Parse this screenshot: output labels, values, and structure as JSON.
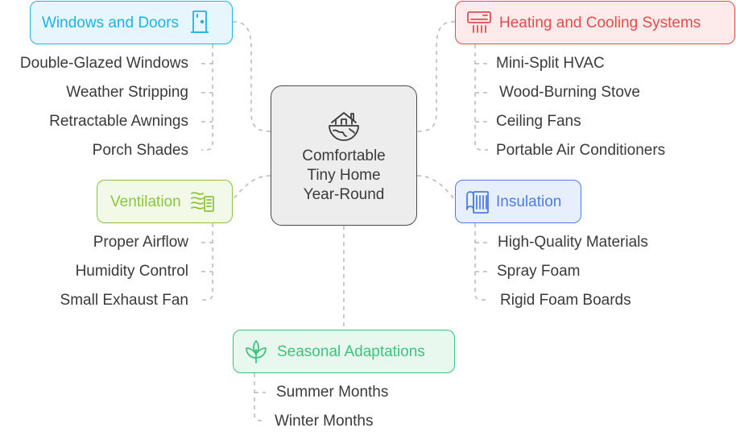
{
  "center": {
    "title": [
      "Comfortable",
      "Tiny Home",
      "Year-Round"
    ],
    "icon": "house-globe-icon"
  },
  "categories": {
    "windows_doors": {
      "label": "Windows and Doors",
      "icon": "door-icon",
      "color": "#1cb4e4",
      "fill": "#e6f6fc",
      "items": [
        "Double-Glazed Windows",
        "Weather Stripping",
        "Retractable Awnings",
        "Porch Shades"
      ]
    },
    "heating_cooling": {
      "label": "Heating and Cooling Systems",
      "icon": "air-conditioner-icon",
      "color": "#e44c4c",
      "fill": "#fdeaea",
      "items": [
        "Mini-Split HVAC",
        "Wood-Burning Stove",
        "Ceiling Fans",
        "Portable Air Conditioners"
      ]
    },
    "ventilation": {
      "label": "Ventilation",
      "icon": "wind-icon",
      "color": "#8cc43c",
      "fill": "#f3f9e8",
      "items": [
        "Proper Airflow",
        "Humidity Control",
        "Small Exhaust Fan"
      ]
    },
    "insulation": {
      "label": "Insulation",
      "icon": "insulation-icon",
      "color": "#4c7ce4",
      "fill": "#e8effc",
      "items": [
        "High-Quality Materials",
        "Spray Foam",
        "Rigid Foam Boards"
      ]
    },
    "seasonal": {
      "label": "Seasonal Adaptations",
      "icon": "leaf-icon",
      "color": "#3cc47c",
      "fill": "#e8f8ef",
      "items": [
        "Summer Months",
        "Winter Months"
      ]
    }
  }
}
